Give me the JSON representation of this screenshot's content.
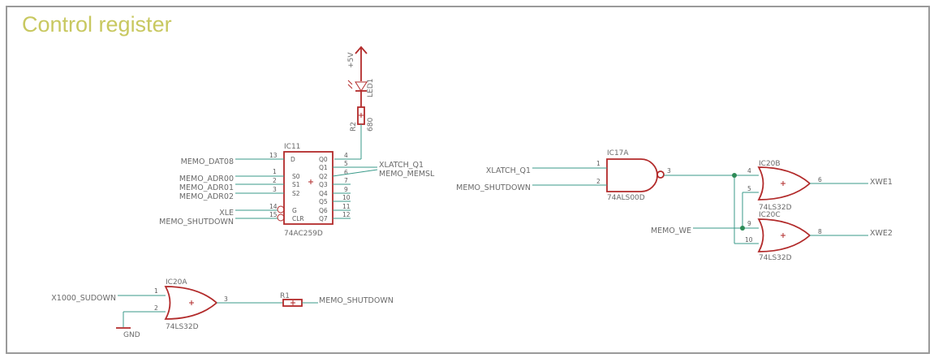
{
  "title": "Control register",
  "colors": {
    "frame": "#9a9a9a",
    "title": "#c8c860",
    "wire": "#3a9a8a",
    "symbol": "#b22a2a",
    "junction": "#2e8b57"
  },
  "power": {
    "label": "+5V"
  },
  "led": {
    "ref": "LED1"
  },
  "resistor_r2": {
    "ref": "R2",
    "value": "680"
  },
  "ic11": {
    "ref": "IC11",
    "part": "74AC259D",
    "left_pins": [
      {
        "num": "13",
        "name": "D",
        "net": "MEMO_DAT08"
      },
      {
        "num": "1",
        "name": "S0",
        "net": "MEMO_ADR00"
      },
      {
        "num": "2",
        "name": "S1",
        "net": "MEMO_ADR01"
      },
      {
        "num": "3",
        "name": "S2",
        "net": "MEMO_ADR02"
      },
      {
        "num": "14",
        "name": "G",
        "net": "XLE"
      },
      {
        "num": "15",
        "name": "CLR",
        "net": "MEMO_SHUTDOWN"
      }
    ],
    "right_pins": [
      {
        "num": "4",
        "name": "Q0"
      },
      {
        "num": "5",
        "name": "Q1"
      },
      {
        "num": "6",
        "name": "Q2"
      },
      {
        "num": "7",
        "name": "Q3"
      },
      {
        "num": "9",
        "name": "Q4"
      },
      {
        "num": "10",
        "name": "Q5"
      },
      {
        "num": "11",
        "name": "Q6"
      },
      {
        "num": "12",
        "name": "Q7"
      }
    ],
    "out_q1": "XLATCH_Q1",
    "out_q2": "MEMO_MEMSL"
  },
  "ic17a": {
    "ref": "IC17A",
    "part": "74ALS00D",
    "in1": "XLATCH_Q1",
    "in2": "MEMO_SHUTDOWN",
    "pin1": "1",
    "pin2": "2",
    "pin3": "3"
  },
  "ic20b": {
    "ref": "IC20B",
    "part": "74LS32D",
    "pin_a": "4",
    "pin_b": "5",
    "pin_out": "6",
    "out": "XWE1"
  },
  "ic20c": {
    "ref": "IC20C",
    "part": "74LS32D",
    "pin_a": "9",
    "pin_b": "10",
    "pin_out": "8",
    "in": "MEMO_WE",
    "out": "XWE2"
  },
  "ic20a": {
    "ref": "IC20A",
    "part": "74LS32D",
    "pin1": "1",
    "pin2": "2",
    "pin3": "3",
    "in1": "X1000_SUDOWN",
    "gnd": "GND"
  },
  "resistor_r1": {
    "ref": "R1",
    "out": "MEMO_SHUTDOWN"
  }
}
